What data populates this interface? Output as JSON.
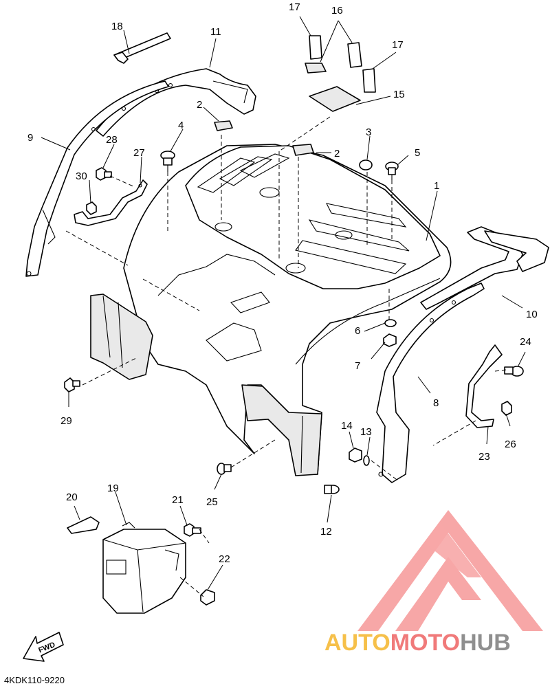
{
  "callouts": [
    "1",
    "2",
    "3",
    "4",
    "5",
    "6",
    "7",
    "8",
    "9",
    "10",
    "11",
    "12",
    "13",
    "14",
    "15",
    "16",
    "17",
    "18",
    "19",
    "20",
    "21",
    "22",
    "23",
    "24",
    "25",
    "26",
    "27",
    "28",
    "29",
    "30"
  ],
  "fwd_label": "FWD",
  "diagram_code": "4KDK110-9220",
  "watermark": {
    "part1": "AUTO",
    "part2": "MOTO",
    "part3": "HUB",
    "colors": {
      "auto": "#f6c04a",
      "moto": "#f07a7a",
      "hub": "#8f8f8f",
      "logo": "#f7a7a7"
    }
  }
}
